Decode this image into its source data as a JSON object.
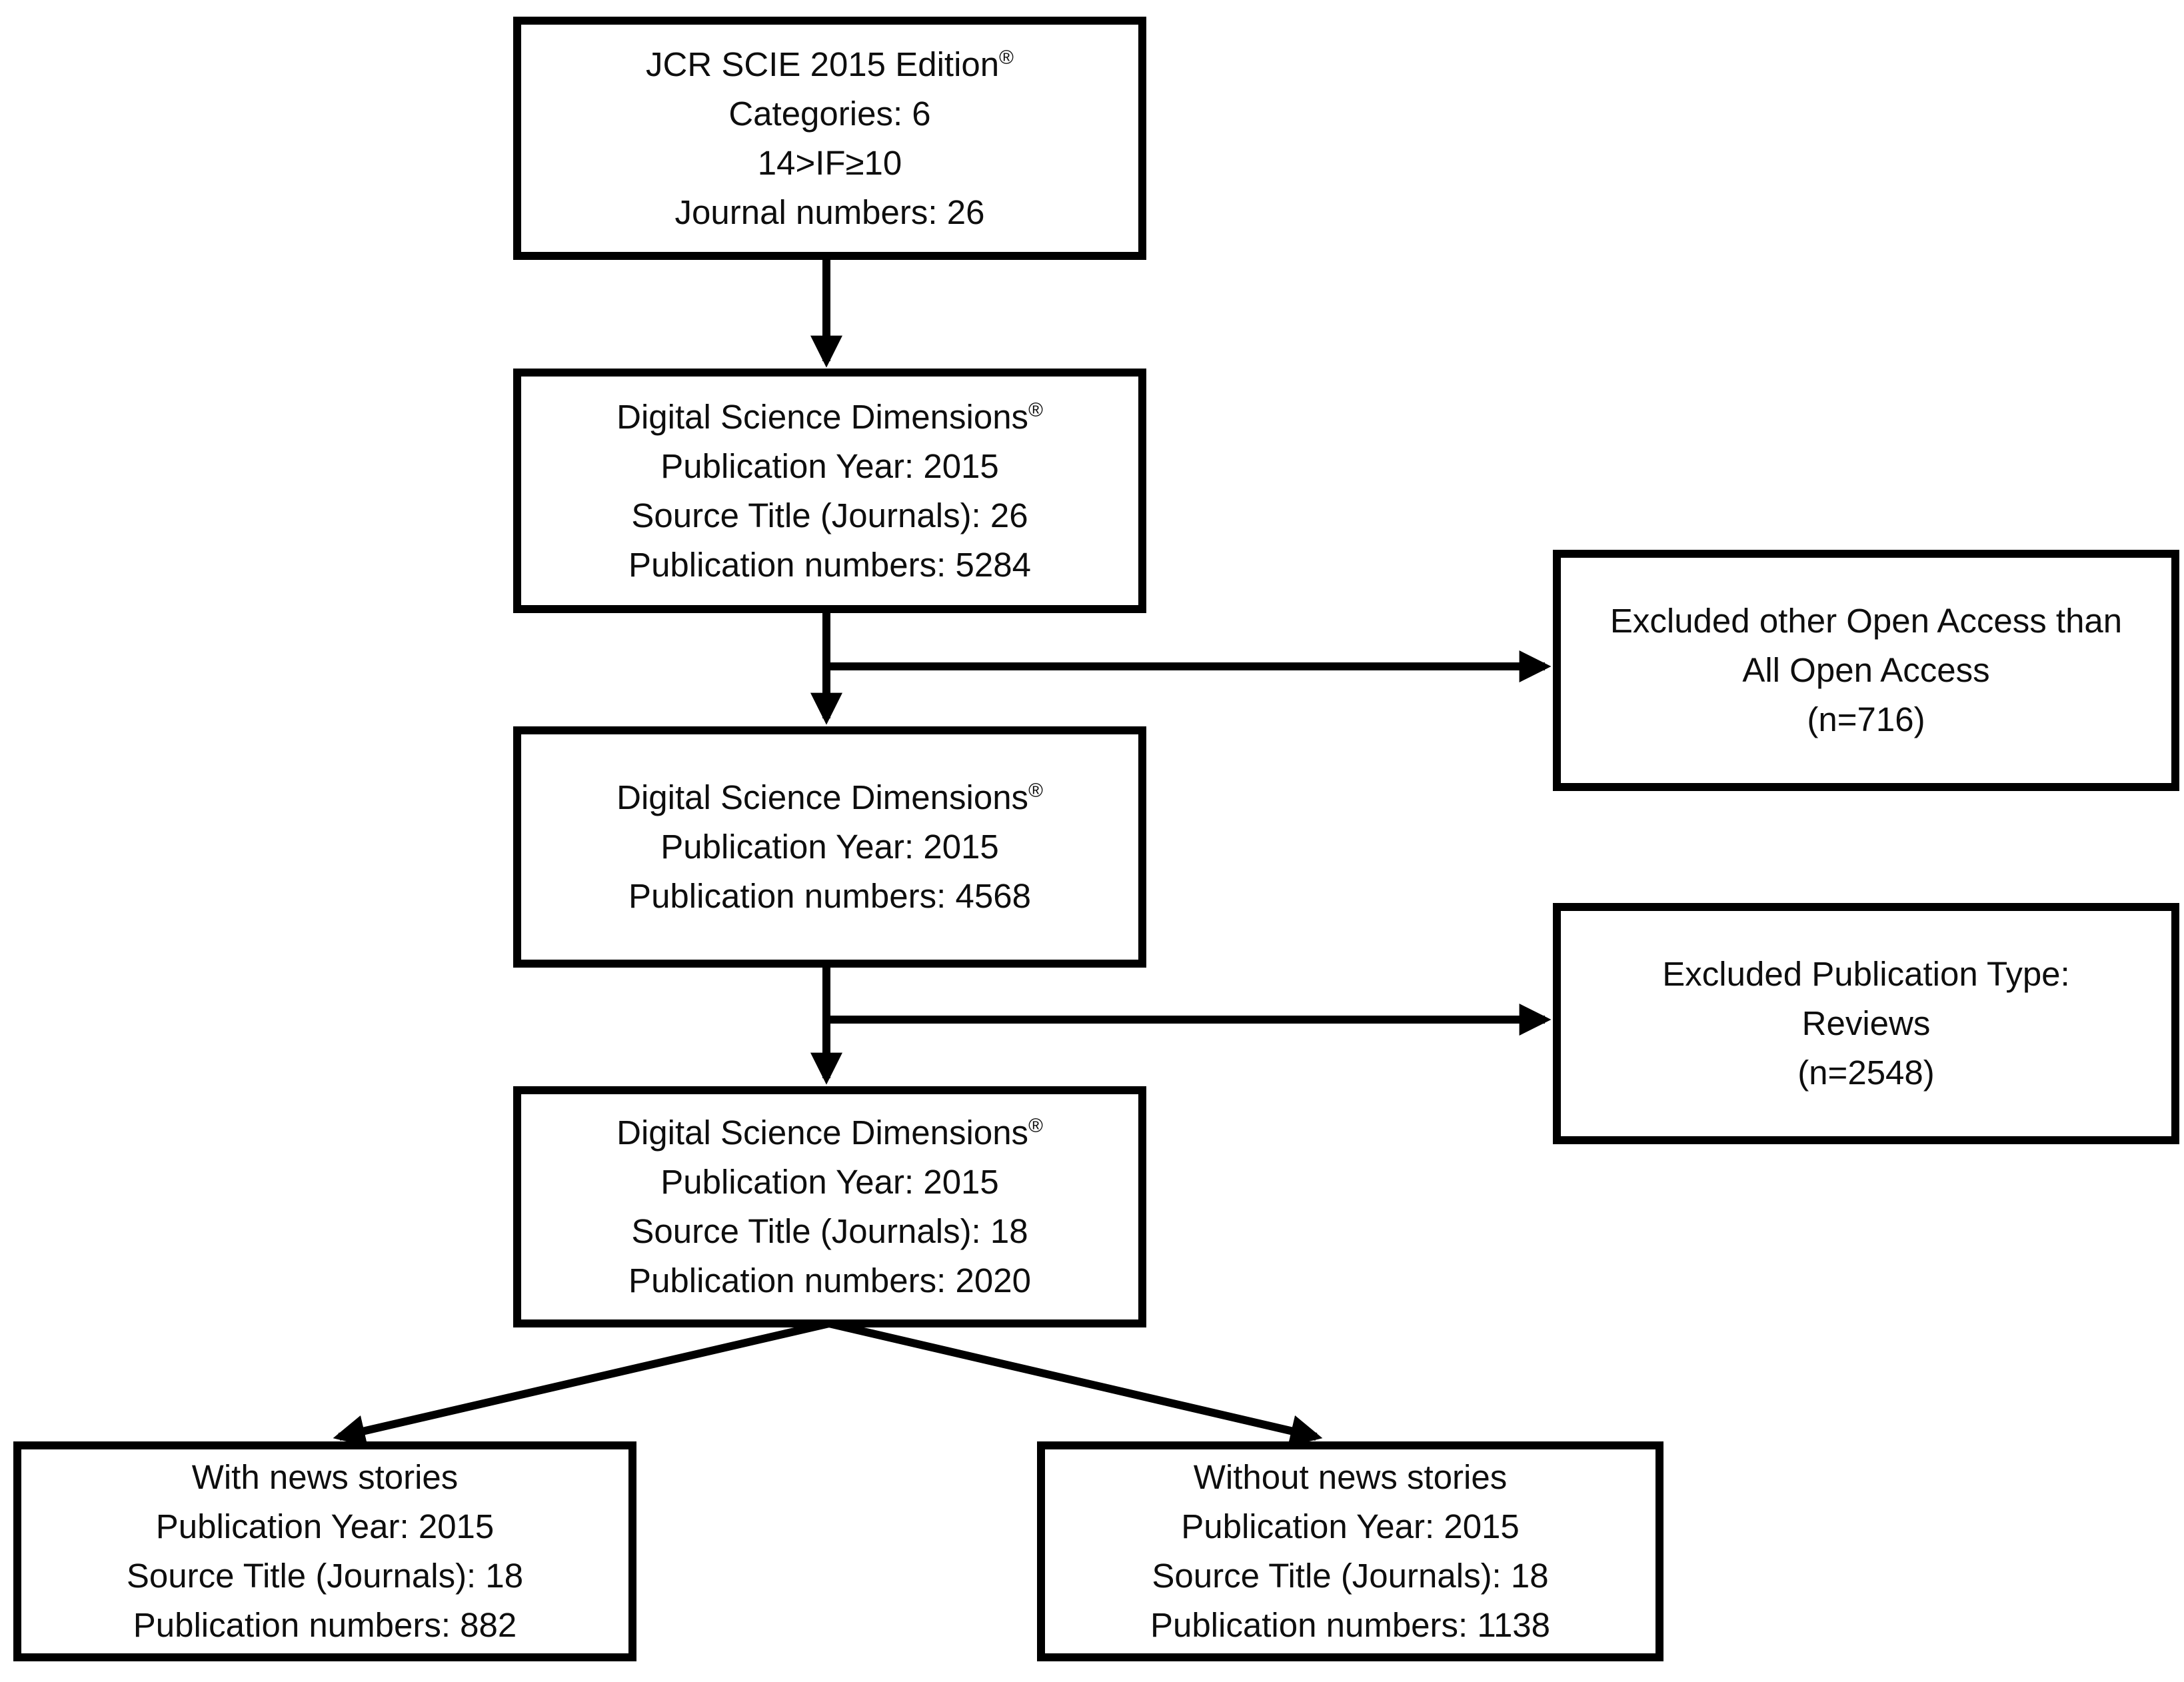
{
  "colors": {
    "background": "#ffffff",
    "line": "#000000",
    "box_border": "#000000",
    "text": "#0e0e0e"
  },
  "boxes": {
    "jcr": {
      "title": "JCR SCIE 2015 Edition",
      "mark": "®",
      "lines": [
        "Categories: 6",
        "14>IF≥10",
        "Journal numbers: 26"
      ]
    },
    "dim1": {
      "title": "Digital Science Dimensions",
      "mark": "®",
      "lines": [
        "Publication Year: 2015",
        "Source Title (Journals): 26",
        "Publication numbers: 5284"
      ]
    },
    "excl1": {
      "lines": [
        "Excluded other Open Access than",
        "All Open Access",
        "(n=716)"
      ]
    },
    "dim2": {
      "title": "Digital Science Dimensions",
      "mark": "®",
      "lines": [
        "Publication Year: 2015",
        "Publication numbers: 4568"
      ]
    },
    "excl2": {
      "lines": [
        "Excluded Publication Type:",
        "Reviews",
        "(n=2548)"
      ]
    },
    "dim3": {
      "title": "Digital Science Dimensions",
      "mark": "®",
      "lines": [
        "Publication Year: 2015",
        "Source Title (Journals): 18",
        "Publication numbers: 2020"
      ]
    },
    "with_news": {
      "lines": [
        "With news stories",
        "Publication Year: 2015",
        "Source Title (Journals): 18",
        "Publication numbers: 882"
      ]
    },
    "without_news": {
      "lines": [
        "Without news stories",
        "Publication Year: 2015",
        "Source Title (Journals): 18",
        "Publication numbers: 1138"
      ]
    }
  }
}
